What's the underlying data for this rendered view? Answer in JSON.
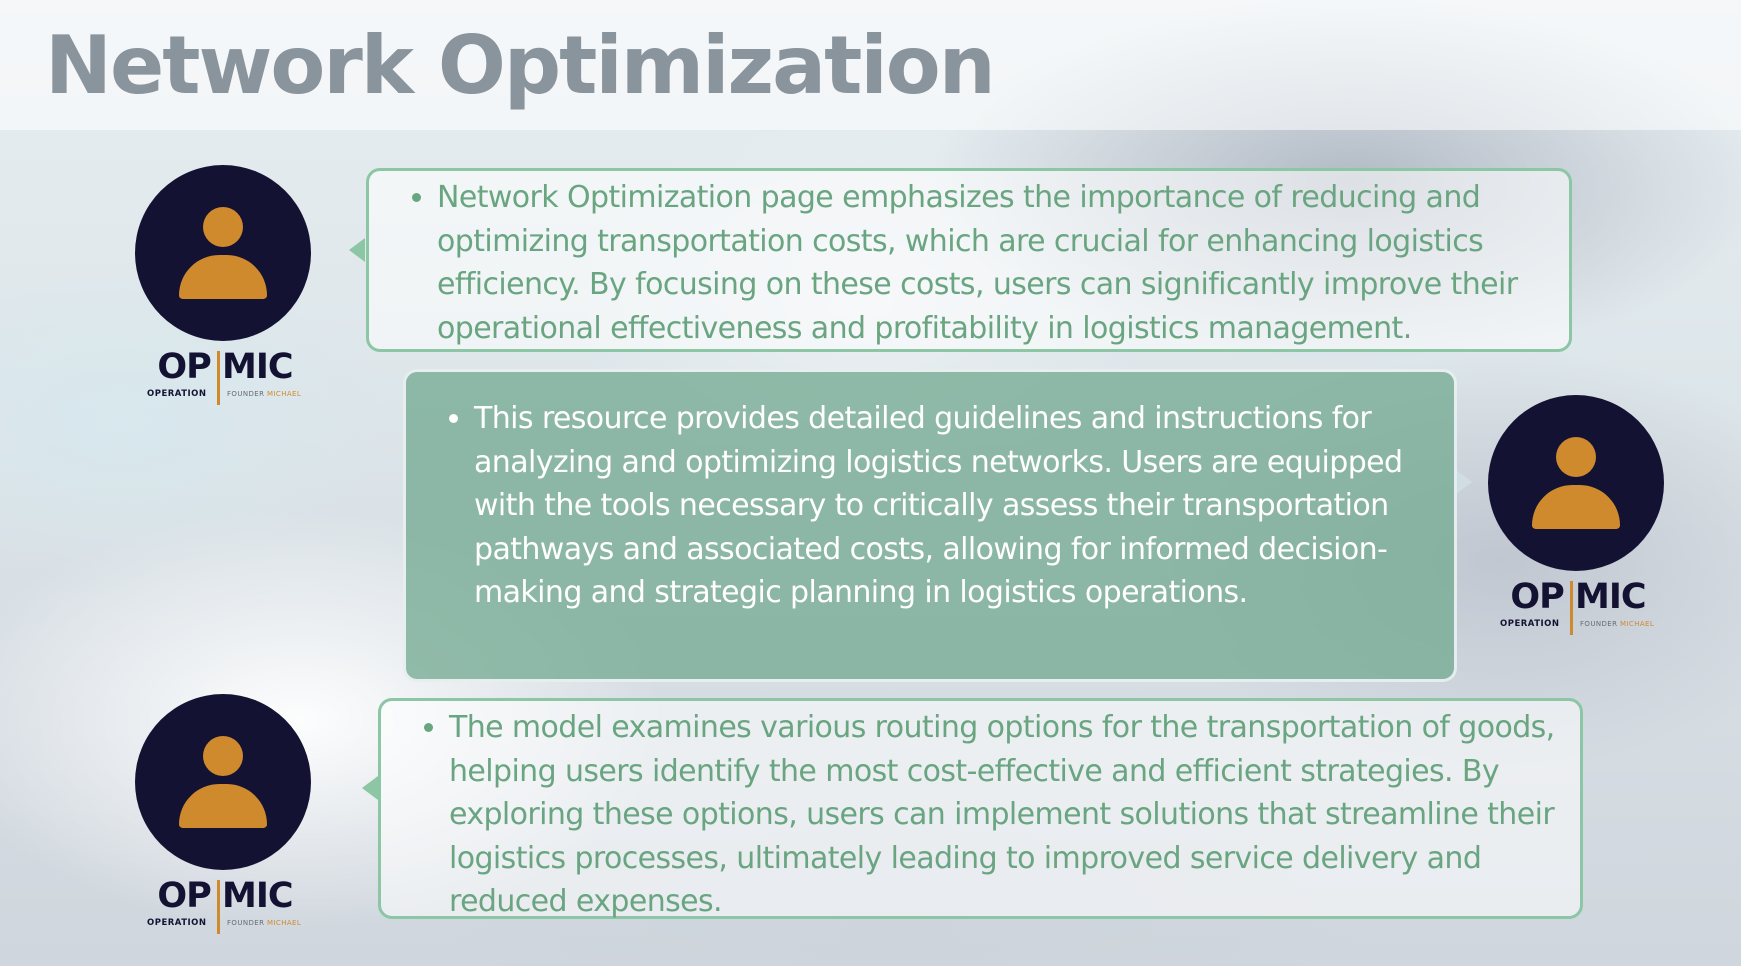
{
  "slide": {
    "title": "Network Optimization"
  },
  "logo": {
    "mark": "OP MIC",
    "sub_left": "OPERATION",
    "sub_right_a": "FOUNDER ",
    "sub_right_b": "MICHAEL"
  },
  "bubbles": [
    {
      "text": "Network Optimization page emphasizes the importance of reducing and optimizing transportation costs, which are crucial for enhancing logistics efficiency. By focusing on these costs, users can significantly improve their operational effectiveness and profitability in logistics management."
    },
    {
      "text": "This resource provides detailed guidelines and instructions for analyzing and optimizing logistics networks. Users are equipped with the tools necessary to critically assess their transportation pathways and associated costs, allowing for informed decision-making and strategic planning in logistics operations."
    },
    {
      "text": "The model examines various routing options for the transportation of goods, helping users identify the most cost-effective and efficient strategies. By exploring these options, users can implement solutions that streamline their logistics processes, ultimately leading to improved service delivery and reduced expenses."
    }
  ],
  "colors": {
    "avatar_bg": "#141233",
    "avatar_figure": "#cf8a2e",
    "bubble_border": "#8cc6a4",
    "bubble_text": "#6aa581",
    "title": "#8a949d"
  },
  "icons": [
    "user-avatar-icon"
  ]
}
